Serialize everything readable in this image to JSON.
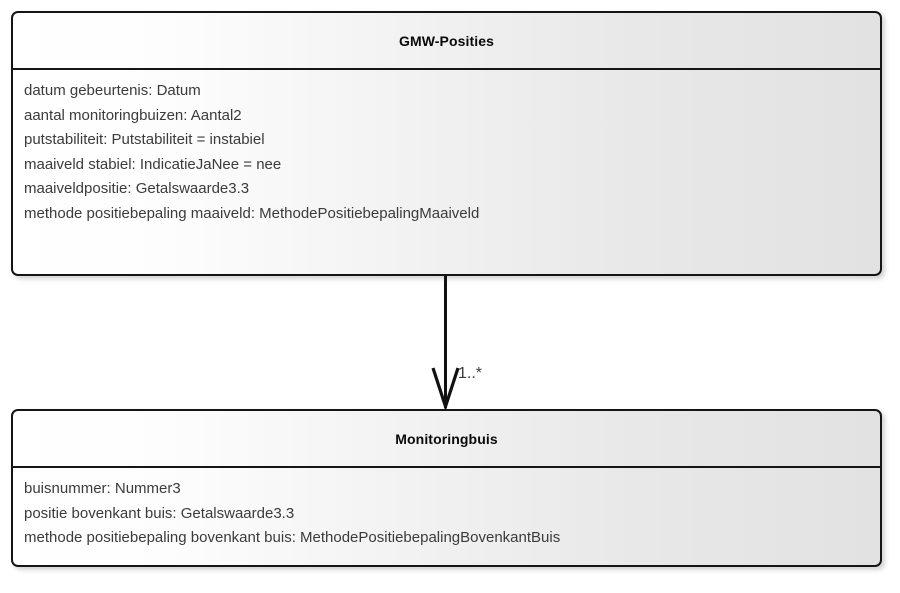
{
  "diagram": {
    "type": "uml-class-diagram",
    "background_color": "#ffffff",
    "border_color": "#151515",
    "text_color": "#3b3b3b",
    "title_color": "#0a0a0a"
  },
  "classes": [
    {
      "name": "GMW-Posities",
      "attributes": [
        "datum gebeurtenis: Datum",
        "aantal monitoringbuizen: Aantal2",
        "putstabiliteit: Putstabiliteit = instabiel",
        "maaiveld stabiel: IndicatieJaNee = nee",
        "maaiveldpositie: Getalswaarde3.3",
        "methode positiebepaling maaiveld: MethodePositiebepalingMaaiveld"
      ]
    },
    {
      "name": "Monitoringbuis",
      "attributes": [
        "buisnummer: Nummer3",
        "positie bovenkant buis: Getalswaarde3.3",
        "methode positiebepaling bovenkant buis: MethodePositiebepalingBovenkantBuis"
      ]
    }
  ],
  "association": {
    "source": "GMW-Posities",
    "target": "Monitoringbuis",
    "multiplicity": "1..*",
    "arrow_style": "open-stick-arrowhead",
    "direction": "down"
  }
}
